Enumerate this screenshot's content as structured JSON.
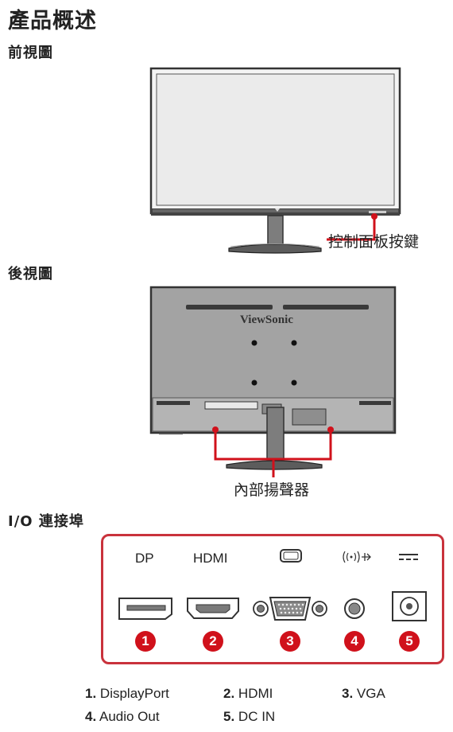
{
  "title": "產品概述",
  "front": {
    "heading": "前視圖",
    "callout": "控制面板按鍵"
  },
  "back": {
    "heading": "後視圖",
    "brand": "ViewSonic",
    "callout": "內部揚聲器"
  },
  "io": {
    "heading": "I/O 連接埠",
    "ports": [
      {
        "label": "DP",
        "icon": "displayport-port-icon",
        "number": "1"
      },
      {
        "label": "HDMI",
        "icon": "hdmi-port-icon",
        "number": "2"
      },
      {
        "label": "",
        "icon": "vga-port-icon",
        "number": "3"
      },
      {
        "label": "",
        "icon": "audio-out-port-icon",
        "number": "4"
      },
      {
        "label": "",
        "icon": "dc-in-port-icon",
        "number": "5"
      }
    ],
    "legend": [
      {
        "num": "1.",
        "name": "DisplayPort"
      },
      {
        "num": "2.",
        "name": "HDMI"
      },
      {
        "num": "3.",
        "name": "VGA"
      },
      {
        "num": "4.",
        "name": "Audio Out"
      },
      {
        "num": "5.",
        "name": "DC IN"
      }
    ]
  },
  "colors": {
    "accent": "#c9323c",
    "badge": "#d0111b",
    "screen": "#ebebeb",
    "back_panel": "#a3a3a3"
  }
}
